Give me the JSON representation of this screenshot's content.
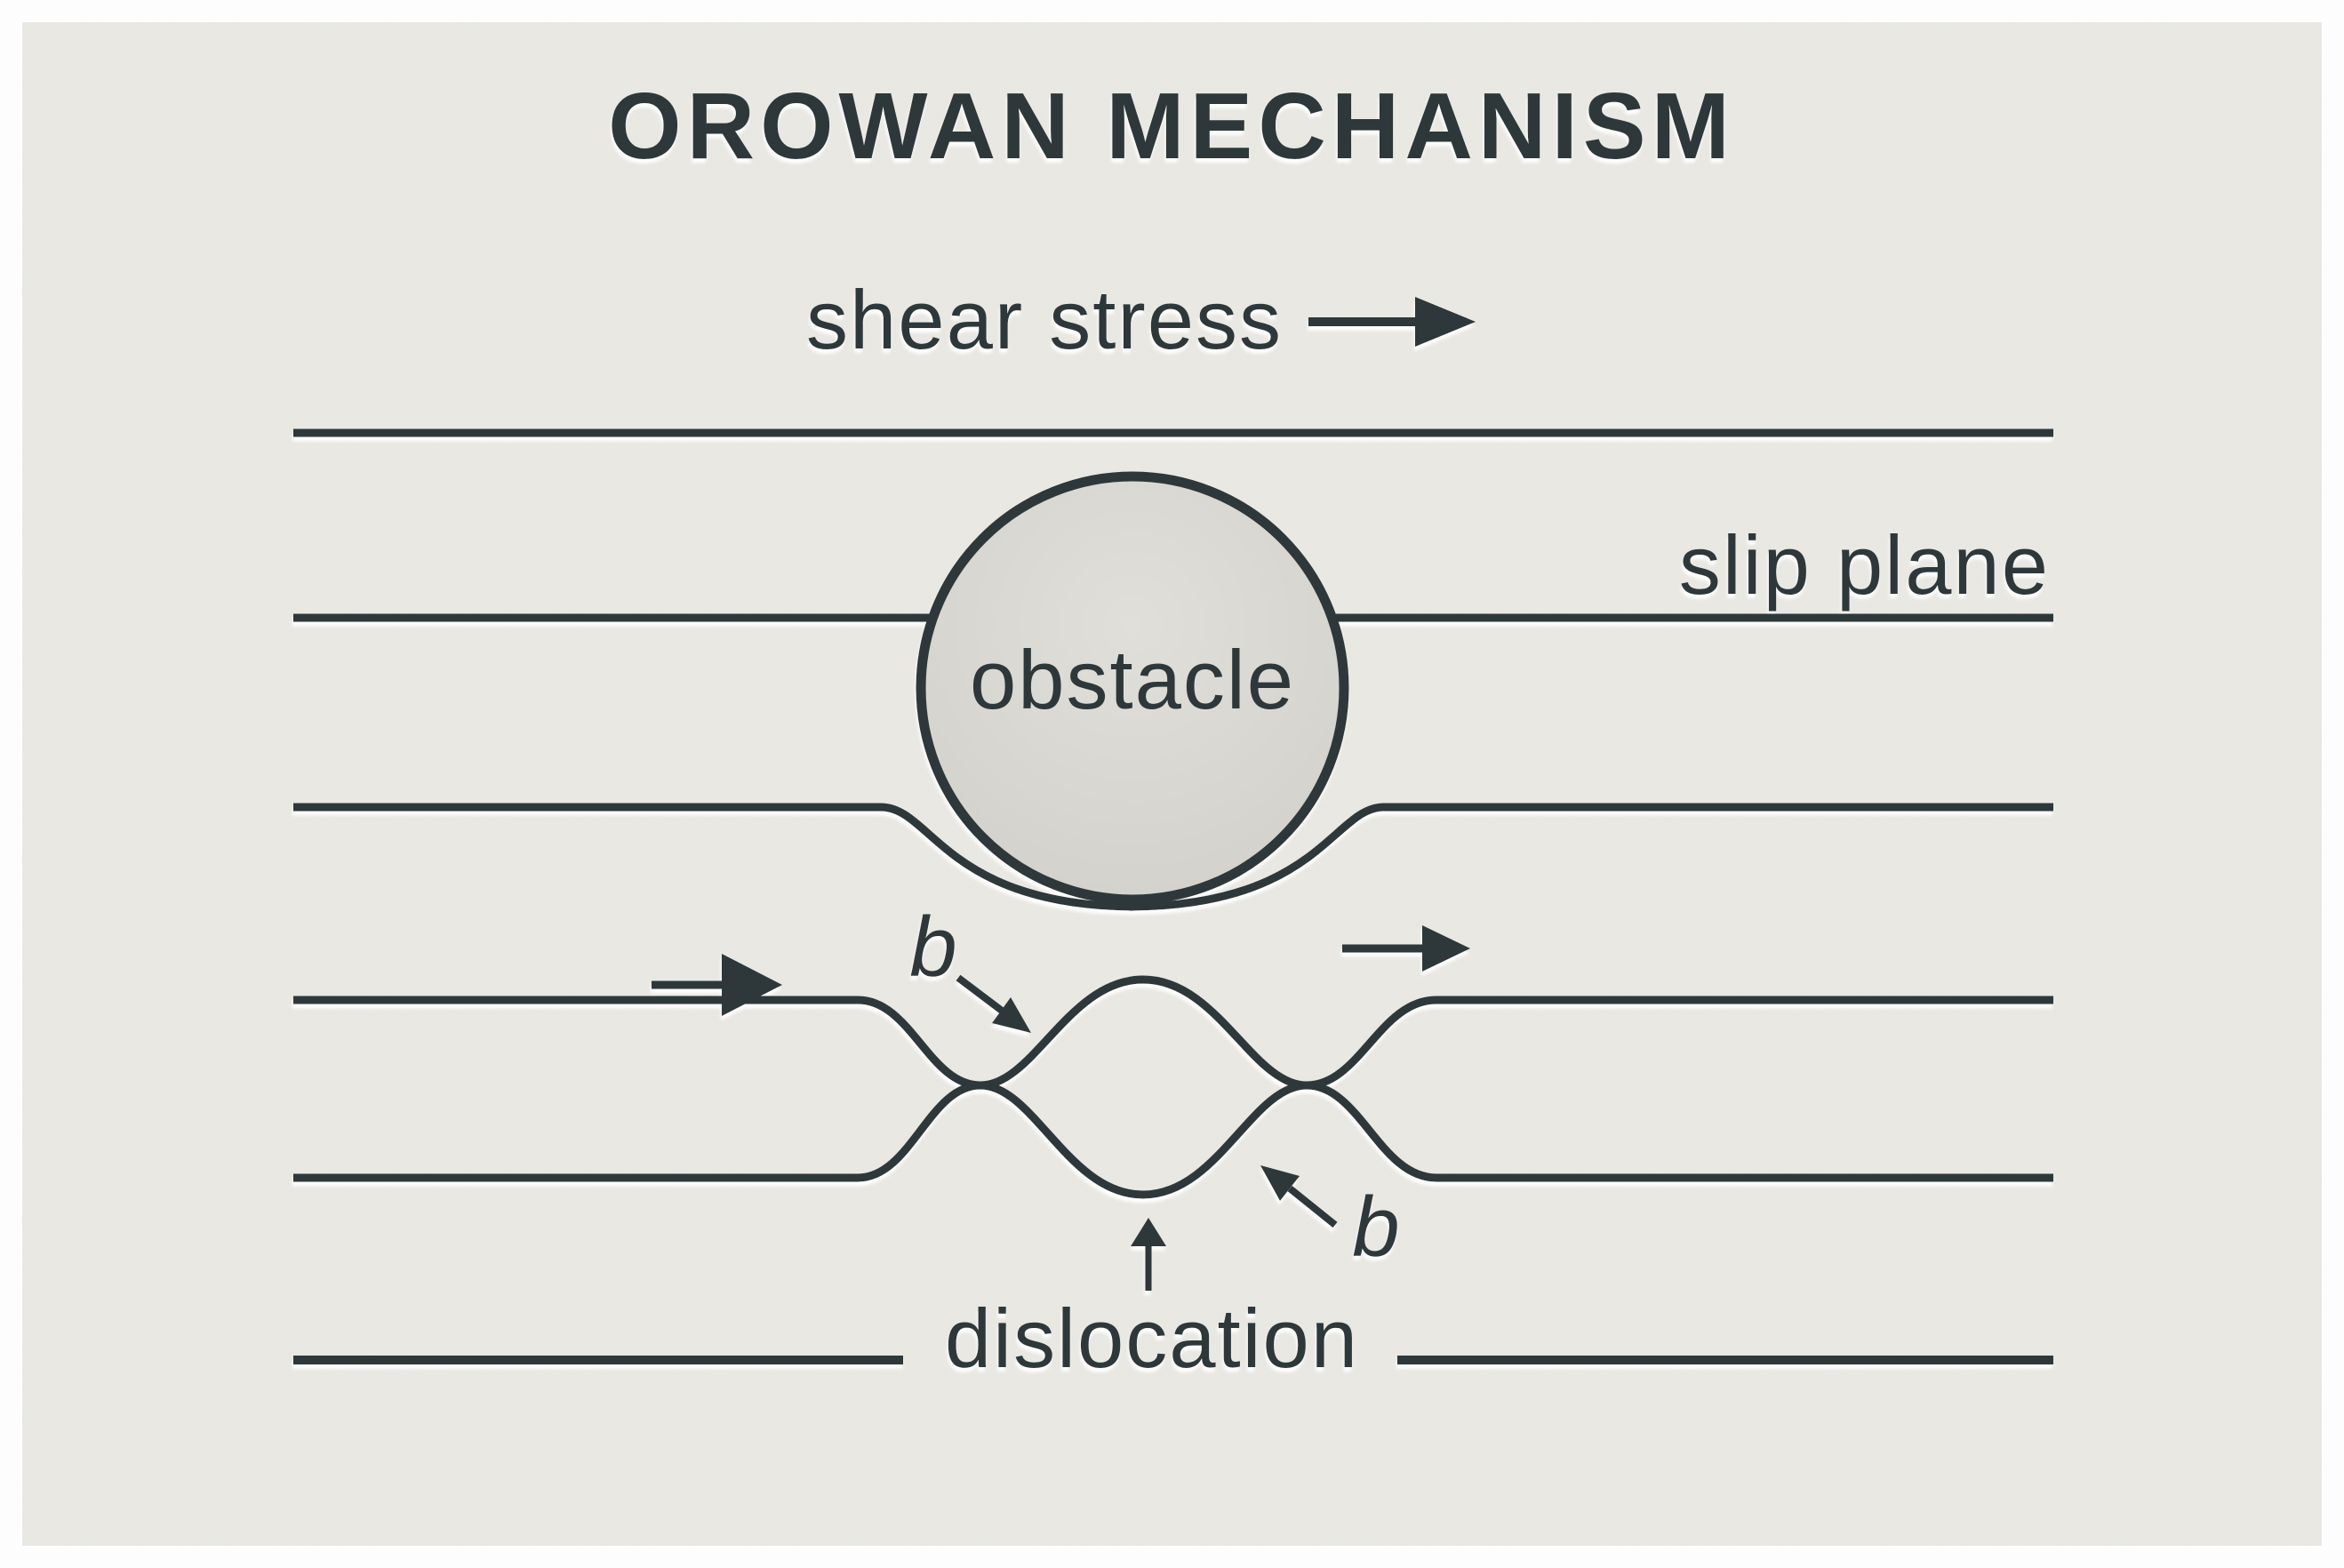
{
  "title": "OROWAN MECHANISM",
  "labels": {
    "shear_stress": "shear stress",
    "slip_plane": "slip plane",
    "obstacle": "obstacle",
    "dislocation": "dislocation",
    "burgers_vector_1": "b",
    "burgers_vector_2": "b"
  },
  "icons": {
    "shear_stress_arrow": "arrow-right",
    "dislocation_advance_arrow": "arrow-right",
    "bypass_direction_arrow": "arrow-right",
    "burgers_vector_arrow_1": "arrow-down-right",
    "burgers_vector_arrow_2": "arrow-up-left",
    "dislocation_pointer_arrow": "arrow-up"
  },
  "colors": {
    "ink": "#2d383a",
    "paper": "#eae9e4",
    "frame": "#ffffff",
    "obstacle_fill_light": "#e0dfda",
    "obstacle_fill_dark": "#d0cfc9"
  }
}
